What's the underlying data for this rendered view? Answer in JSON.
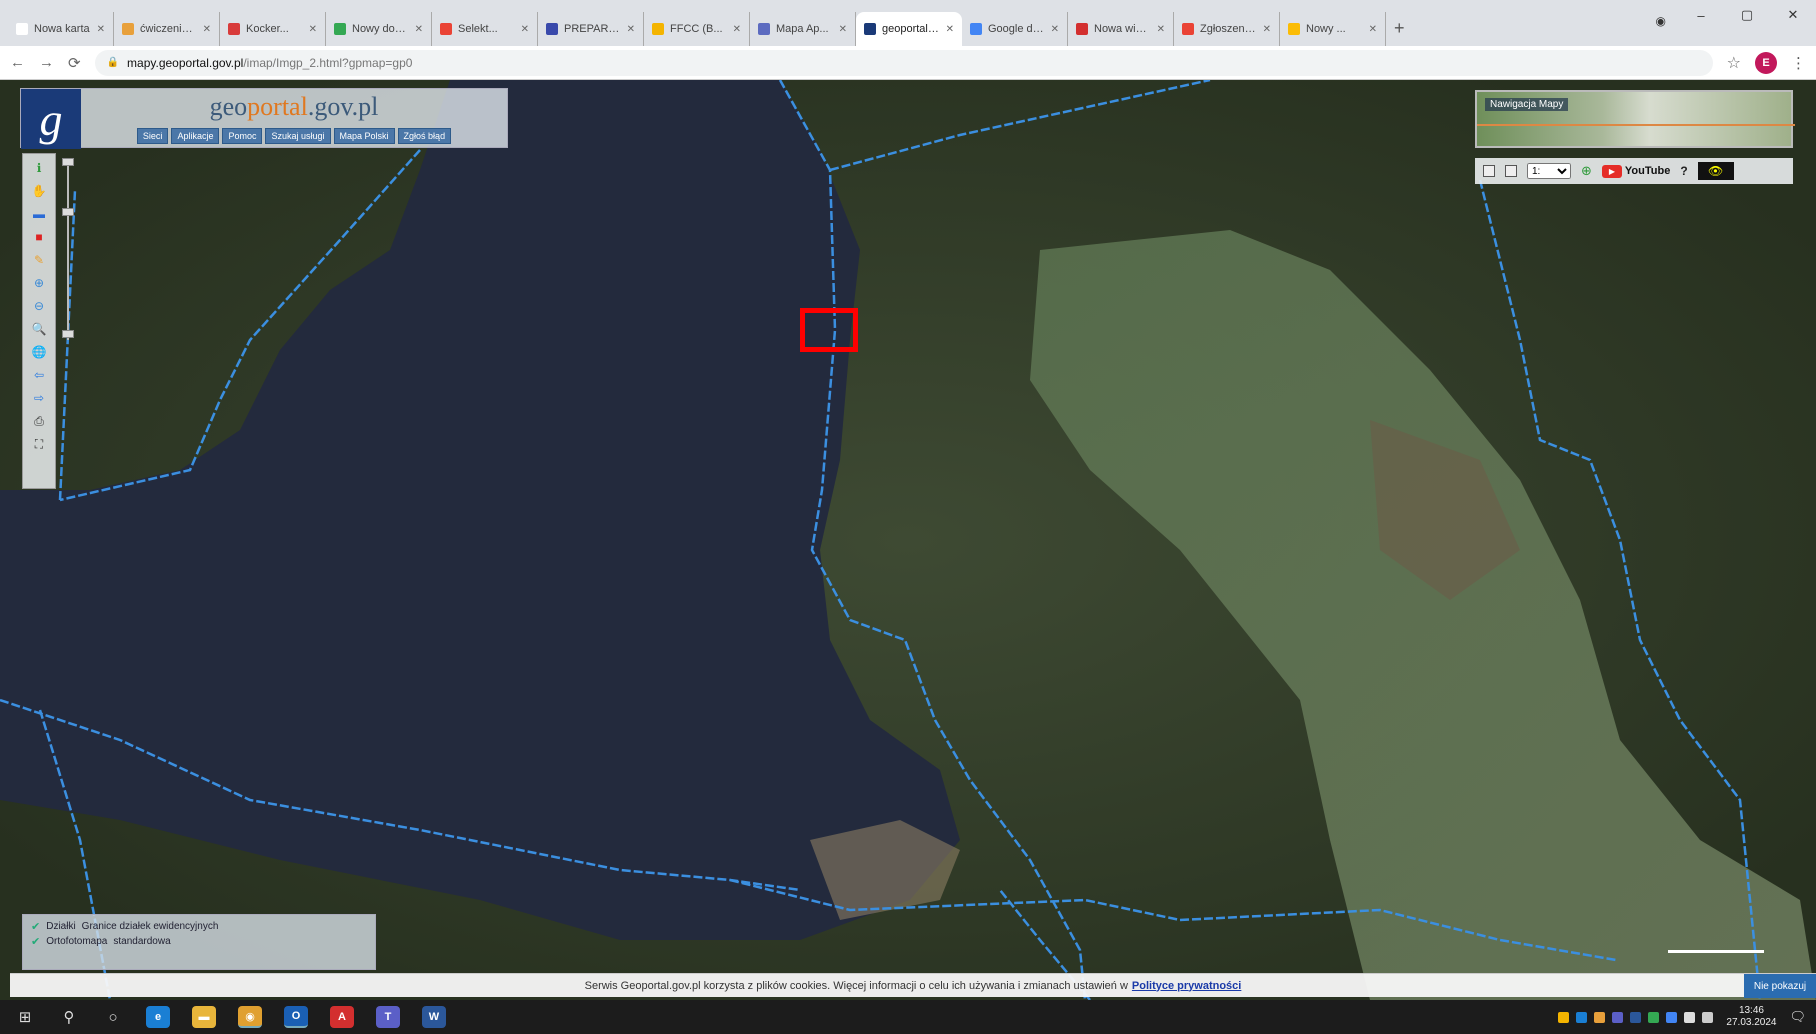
{
  "tabs": [
    {
      "label": "Nowa karta",
      "color": "#ffffff"
    },
    {
      "label": "ćwiczenie...",
      "color": "#e8a03b"
    },
    {
      "label": "Kocker...",
      "color": "#d83b3b"
    },
    {
      "label": "Nowy dokum...",
      "color": "#34a853"
    },
    {
      "label": "Selekt...",
      "color": "#ea4335"
    },
    {
      "label": "PREPARAT...",
      "color": "#3949ab"
    },
    {
      "label": "FFCC (B...",
      "color": "#f4b400"
    },
    {
      "label": "Mapa Ap...",
      "color": "#5c6bc0"
    },
    {
      "label": "geoportal.gov.pl",
      "color": "#1a3a78",
      "active": true
    },
    {
      "label": "Google doc...",
      "color": "#4285f4"
    },
    {
      "label": "Nowa wiad...",
      "color": "#d32f2f"
    },
    {
      "label": "Zgłoszenie...",
      "color": "#ea4335"
    },
    {
      "label": "Nowy ... ",
      "color": "#fbbc05"
    }
  ],
  "browser": {
    "new_tab": "+",
    "tab_search": "◉",
    "min": "–",
    "max": "▢",
    "close": "✕",
    "back": "←",
    "forward": "→",
    "reload": "⟳",
    "lock": "🔒",
    "url_host": "mapy.geoportal.gov.pl",
    "url_path": "/imap/Imgp_2.html?gpmap=gp0",
    "star": "☆",
    "profile_initial": "E",
    "menu": "⋮"
  },
  "geoportal": {
    "logo_letter": "g",
    "title_part1": "geo",
    "title_part2": "portal",
    "title_part3": ".gov.pl",
    "menu": [
      "Sieci",
      "Aplikacje",
      "Pomoc",
      "Szukaj usługi",
      "Mapa Polski",
      "Zgłoś błąd"
    ]
  },
  "left_tools": [
    {
      "icon": "info-icon",
      "glyph": "ℹ",
      "color": "#2e9a3a"
    },
    {
      "icon": "hand-icon",
      "glyph": "✋",
      "color": "#c88"
    },
    {
      "icon": "ruler-icon",
      "glyph": "▬",
      "color": "#2a6bd6"
    },
    {
      "icon": "area-icon",
      "glyph": "■",
      "color": "#d22"
    },
    {
      "icon": "pencil-icon",
      "glyph": "✎",
      "color": "#e8a030"
    },
    {
      "icon": "zoom-in-icon",
      "glyph": "⊕",
      "color": "#3a8ad6"
    },
    {
      "icon": "zoom-out-icon",
      "glyph": "⊖",
      "color": "#3a8ad6"
    },
    {
      "icon": "magnifier-icon",
      "glyph": "🔍",
      "color": "#3a8ad6"
    },
    {
      "icon": "globe-icon",
      "glyph": "🌐",
      "color": "#2e9a3a"
    },
    {
      "icon": "arrow-left-icon",
      "glyph": "⇦",
      "color": "#2a7ae0"
    },
    {
      "icon": "arrow-right-icon",
      "glyph": "⇨",
      "color": "#2a7ae0"
    },
    {
      "icon": "print-icon",
      "glyph": "⎙",
      "color": "#333"
    },
    {
      "icon": "fullscreen-icon",
      "glyph": "⛶",
      "color": "#333"
    }
  ],
  "mini_map_label": "Nawigacja Mapy",
  "right_toolbar": {
    "select_value": "1:",
    "youtube_label": "YouTube",
    "help_glyph": "?",
    "eye_glyph": "👁"
  },
  "layers": [
    {
      "name": "Działki",
      "detail": "Granice działek ewidencyjnych"
    },
    {
      "name": "Ortofotomapa",
      "detail": "standardowa"
    }
  ],
  "status_bar": {
    "text": "Serwis Geoportal.gov.pl korzysta z plików cookies. Więcej informacji o celu ich używania i zmianach ustawień w",
    "link": "Polityce prywatności",
    "close": "Nie pokazuj"
  },
  "taskbar": {
    "start": "⊞",
    "search": "⚲",
    "taskview": "○",
    "apps": [
      {
        "name": "edge",
        "label": "e",
        "color": "#1a7fd4"
      },
      {
        "name": "explorer",
        "label": "▬",
        "color": "#e8b53b"
      },
      {
        "name": "chrome",
        "label": "◉",
        "color": "#e0a030",
        "running": true
      },
      {
        "name": "outlook",
        "label": "O",
        "color": "#1a5fb4",
        "running": true
      },
      {
        "name": "acrobat",
        "label": "A",
        "color": "#d32f2f"
      },
      {
        "name": "teams",
        "label": "T",
        "color": "#5b5fc7"
      },
      {
        "name": "word",
        "label": "W",
        "color": "#2b579a"
      }
    ],
    "time": "13:46",
    "date": "27.03.2024",
    "notif": "🗨"
  },
  "colors": {
    "parcel_line": "#3b8fe0",
    "water": "#232a3d",
    "selection": "#ff0000"
  }
}
